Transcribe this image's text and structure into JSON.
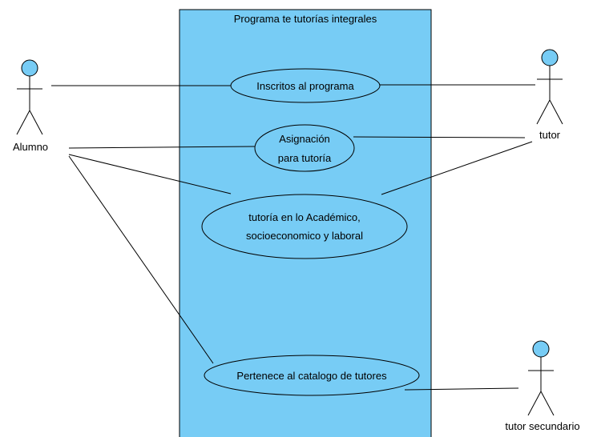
{
  "system": {
    "title": "Programa te tutorías integrales",
    "fill": "#77CCF5"
  },
  "actors": {
    "alumno": {
      "name": "Alumno"
    },
    "tutor": {
      "name": "tutor"
    },
    "tutor_secundario": {
      "name": "tutor secundario"
    }
  },
  "use_cases": {
    "inscritos": {
      "line1": "Inscritos al programa"
    },
    "asignacion": {
      "line1": "Asignación",
      "line2": "para tutoría"
    },
    "academico": {
      "line1": "tutoría en lo Académico,",
      "line2": "socioeconomico y laboral"
    },
    "catalogo": {
      "line1": "Pertenece al catalogo de tutores"
    }
  },
  "colors": {
    "actor_head": "#77CCF5",
    "stroke": "#000000"
  }
}
